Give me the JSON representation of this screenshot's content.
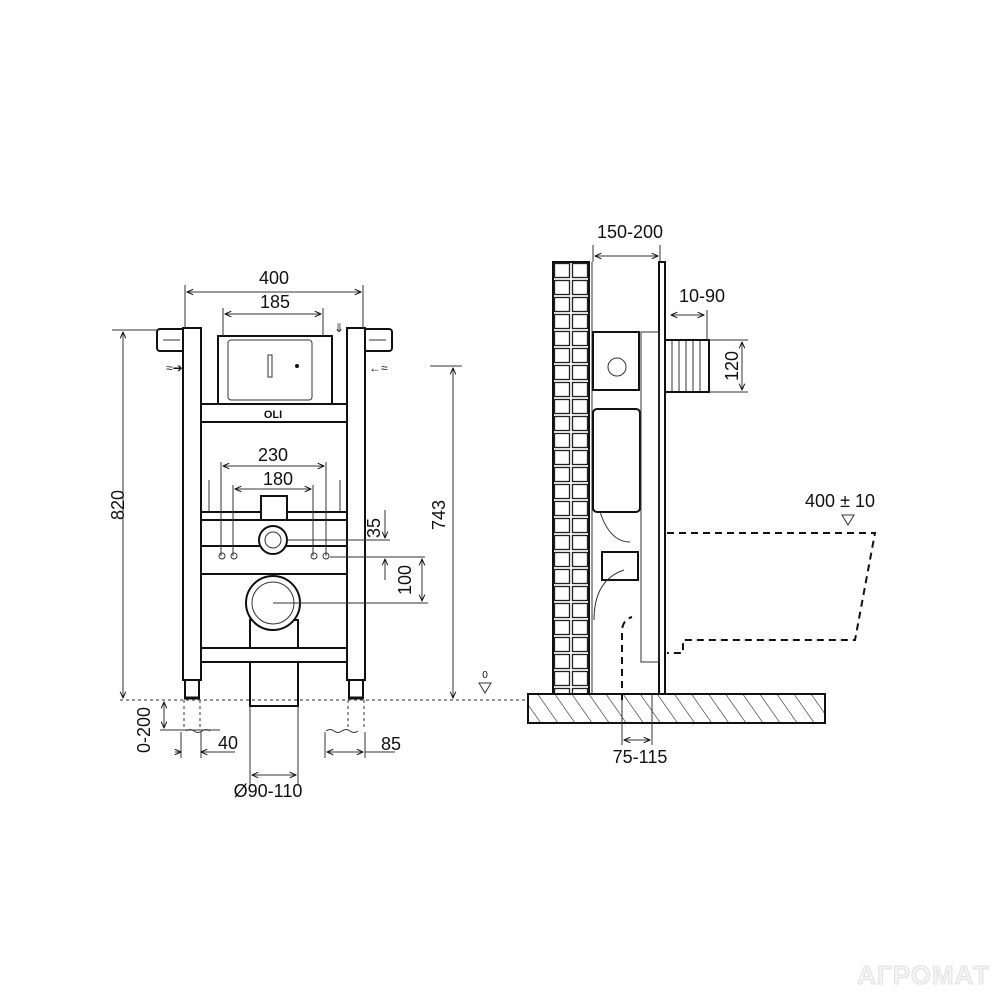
{
  "front_view": {
    "brand_label": "OLI",
    "dimensions": {
      "width_total": "400",
      "cistern_width": "185",
      "bolt_spacing_outer": "230",
      "bolt_spacing_inner": "180",
      "height_total": "820",
      "height_frame": "743",
      "offset_35": "35",
      "offset_100": "100",
      "foot_extension": "0-200",
      "foot_width": "40",
      "foot_offset": "85",
      "drain_diameter": "Ø90-110"
    },
    "floor_level_marker": "0"
  },
  "side_view": {
    "dimensions": {
      "wall_depth": "150-200",
      "button_offset": "10-90",
      "button_height": "120",
      "bowl_height": "400 ± 10",
      "drain_offset": "75-115"
    }
  },
  "watermark": "АГРОМАТ",
  "colors": {
    "line": "#111111",
    "background": "#ffffff"
  }
}
